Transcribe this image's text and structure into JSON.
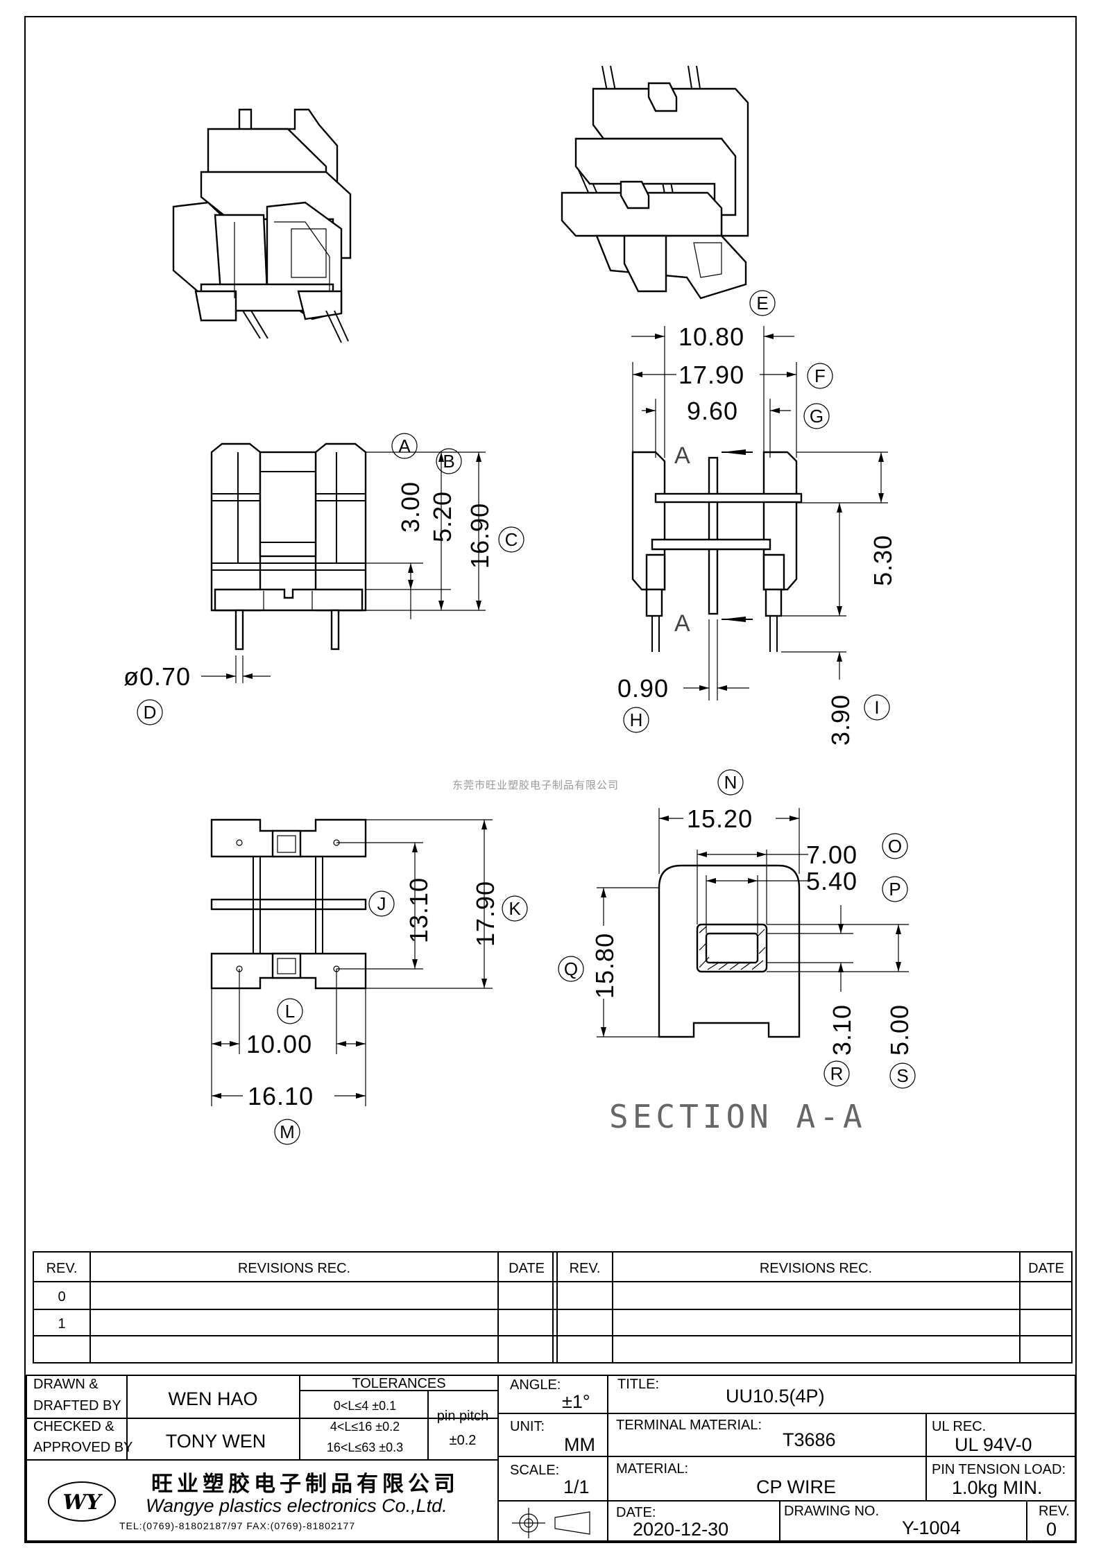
{
  "dimensions": {
    "A": "3.00",
    "B": "5.20",
    "C": "16.90",
    "D": "ø0.70",
    "E": "10.80",
    "F": "17.90",
    "G": "9.60",
    "H": "0.90",
    "I": "3.90",
    "J": "13.10",
    "K": "17.90",
    "L": "10.00",
    "M": "16.10",
    "N": "15.20",
    "O": "7.00",
    "P": "5.40",
    "Q": "15.80",
    "R": "3.10",
    "S": "5.00",
    "side_height": "5.30"
  },
  "section_marker": "A",
  "section_label": "SECTION A-A",
  "watermark": "东莞市旺业塑胶电子制品有限公司",
  "revisions": {
    "headers": [
      "REV.",
      "REVISIONS   REC.",
      "DATE",
      "REV.",
      "REVISIONS   REC.",
      "DATE"
    ],
    "rows": [
      "0",
      "1",
      ""
    ]
  },
  "title_block": {
    "drawn_label_1": "DRAWN &",
    "drawn_label_2": "DRAFTED BY",
    "drawn_by": "WEN HAO",
    "checked_label_1": "CHECKED &",
    "checked_label_2": "APPROVED BY",
    "checked_by": "TONY WEN",
    "tolerances_label": "TOLERANCES",
    "tol_rows": [
      "0<L≤4    ±0.1",
      "4<L≤16  ±0.2",
      "16<L≤63  ±0.3"
    ],
    "pin_pitch_label": "pin pitch",
    "pin_pitch_value": "±0.2",
    "angle_label": "ANGLE:",
    "angle_value": "±1°",
    "unit_label": "UNIT:",
    "unit_value": "MM",
    "scale_label": "SCALE:",
    "scale_value": "1/1",
    "title_label": "TITLE:",
    "title_value": "UU10.5(4P)",
    "terminal_label": "TERMINAL MATERIAL:",
    "terminal_value": "T3686",
    "ul_label": "UL REC.",
    "ul_value": "UL 94V-0",
    "material_label": "MATERIAL:",
    "material_value": "CP WIRE",
    "pin_tension_label": "PIN TENSION LOAD:",
    "pin_tension_value": "1.0kg  MIN.",
    "date_label": "DATE:",
    "date_value": "2020-12-30",
    "drawing_no_label": "DRAWING NO.",
    "drawing_no_value": "Y-1004",
    "rev_label": "REV.",
    "rev_value": "0",
    "company_cn": "旺业塑胶电子制品有限公司",
    "company_en": "Wangye plastics electronics Co.,Ltd.",
    "company_contact": "TEL:(0769)-81802187/97   FAX:(0769)-81802177",
    "logo_text": "WY"
  }
}
